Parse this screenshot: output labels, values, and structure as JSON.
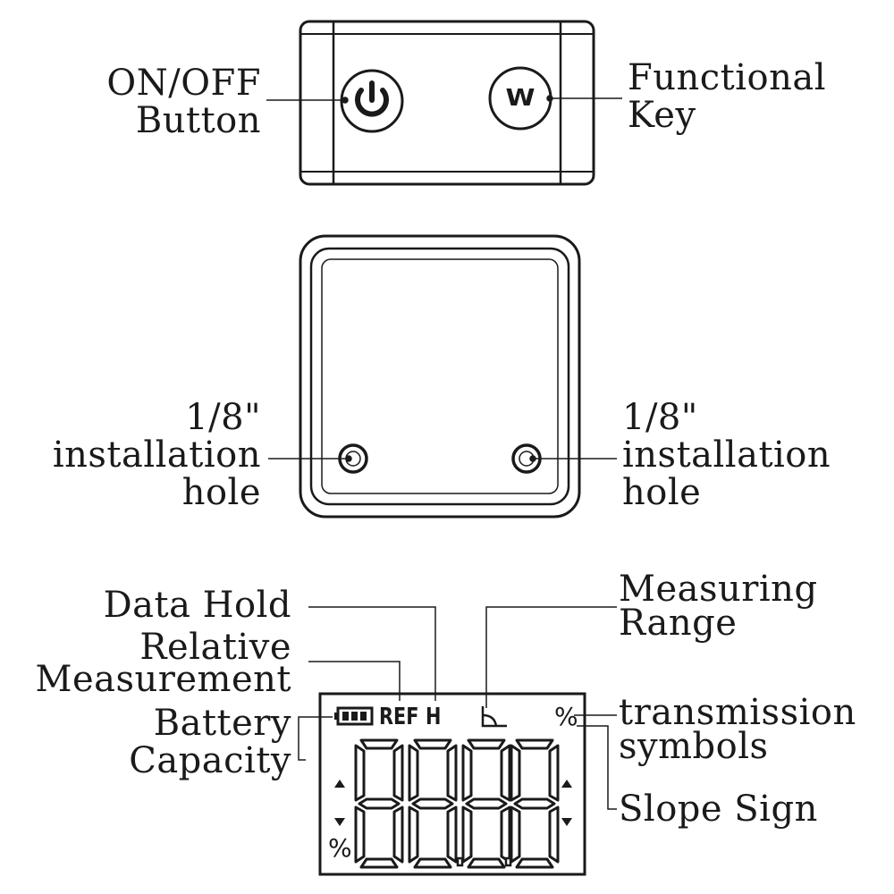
{
  "top_view": {
    "power_button_label_lines": [
      "ON/OFF",
      "Button"
    ],
    "function_button_glyph": "W",
    "function_key_label_lines": [
      "Functional",
      "Key"
    ],
    "icons": [
      "power-icon"
    ]
  },
  "back_view": {
    "left_hole_label_lines": [
      "1/8\"",
      "installation",
      "hole"
    ],
    "right_hole_label_lines": [
      "1/8\"",
      "installation",
      "hole"
    ]
  },
  "lcd_view": {
    "data_hold_label": "Data Hold",
    "relative_measurement_label_lines": [
      "Relative",
      "Measurement"
    ],
    "battery_capacity_label_lines": [
      "Battery",
      "Capacity"
    ],
    "measuring_range_label_lines": [
      "Measuring",
      "Range"
    ],
    "transmission_symbols_label_lines": [
      "transmission",
      "symbols"
    ],
    "slope_sign_label": "Slope Sign",
    "lcd_ref_text": "REF",
    "lcd_hold_text": "H",
    "lcd_percent_top": "%",
    "lcd_percent_bottom": "%",
    "icons": [
      "battery-icon",
      "angle-icon",
      "up-arrow-icon",
      "down-arrow-icon"
    ]
  }
}
